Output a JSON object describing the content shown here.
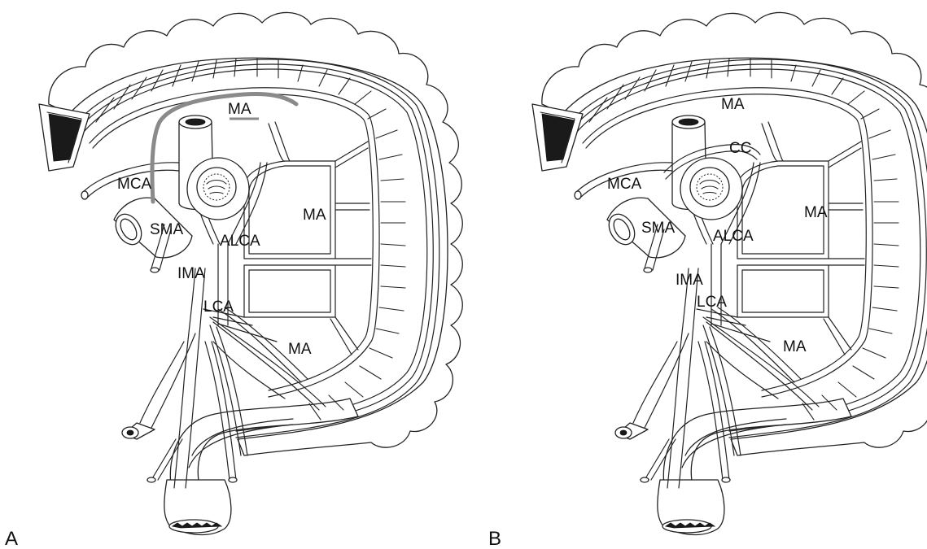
{
  "panels": [
    {
      "id": "A",
      "letter": "A",
      "labels": {
        "ma_top": "MA",
        "mca": "MCA",
        "sma": "SMA",
        "alca": "ALCA",
        "ima": "IMA",
        "lca": "LCA",
        "ma_right": "MA",
        "ma_bottom": "MA"
      }
    },
    {
      "id": "B",
      "letter": "B",
      "labels": {
        "ma_top": "MA",
        "cc": "CC",
        "mca": "MCA",
        "sma": "SMA",
        "alca": "ALCA",
        "ima": "IMA",
        "lca": "LCA",
        "ma_right": "MA",
        "ma_bottom": "MA"
      }
    }
  ],
  "colors": {
    "highlight_path": "#8a8a8a",
    "line": "#222222",
    "background": "#ffffff"
  }
}
